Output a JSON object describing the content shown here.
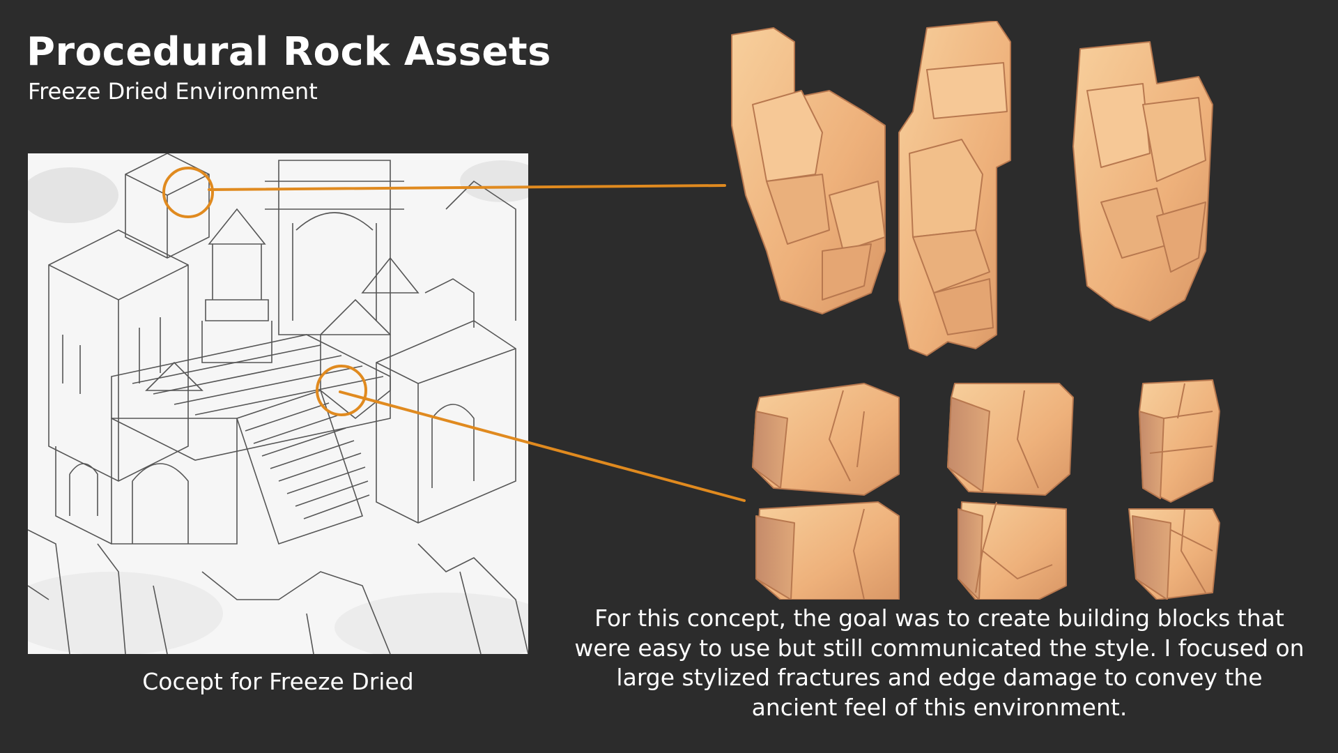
{
  "header": {
    "title": "Procedural Rock Assets",
    "subtitle": "Freeze Dried Environment"
  },
  "concept": {
    "caption": "Cocept for Freeze Dried"
  },
  "description": {
    "text": "For this concept, the goal was to create building blocks that were easy to use but still communicated the style. I focused on large stylized fractures and edge damage to convey the ancient feel of this environment."
  },
  "colors": {
    "background": "#2c2c2c",
    "accent_orange": "#e08a1f",
    "rock_light": "#f4c48e",
    "rock_mid": "#e9a872",
    "rock_shadow": "#c98a62",
    "sketch_bg": "#f6f6f6",
    "sketch_line": "#555555"
  }
}
